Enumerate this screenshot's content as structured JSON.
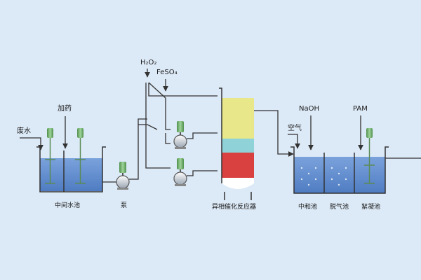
{
  "labels": {
    "wastewater": "废水",
    "dosing": "加药",
    "h2o2": "H₂O₂",
    "feso4": "FeSO₄",
    "air": "空气",
    "naoh": "NaOH",
    "pam": "PAM"
  },
  "units": {
    "intermediate_tank": "中间水池",
    "pump": "泵",
    "reactor": "异相催化反应器",
    "neutralization_tank": "中和池",
    "degassing_tank": "脱气池",
    "flocculation_tank": "絮凝池"
  },
  "colors": {
    "background": "#dce9f6",
    "pipe": "#333333",
    "tank_water": "#5b86c9",
    "reactor_yellow": "#e8e88a",
    "reactor_cyan": "#8fd3d8",
    "reactor_red": "#d94040",
    "stirrer": "#6fae6a"
  },
  "icons": [
    "stirrer-icon",
    "pump-icon",
    "dosing-arrow-icon"
  ]
}
